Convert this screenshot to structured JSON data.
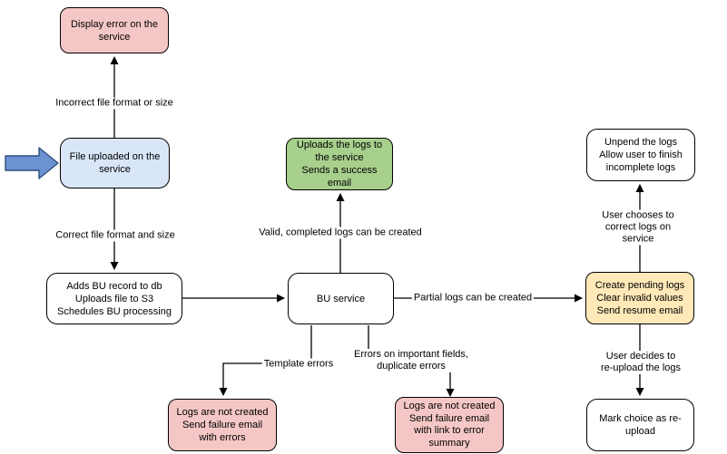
{
  "diagram": {
    "colors": {
      "pink": "#f4c7c6",
      "blue": "#d9e6f8",
      "green": "#a8d08d",
      "yellow": "#ffe9b8",
      "white": "#ffffff",
      "entry_arrow": "#6d92d1",
      "line": "#000000"
    },
    "nodes": {
      "display_error": {
        "label": "Display error on the\nservice",
        "fill": "#f4c7c6"
      },
      "file_uploaded": {
        "label": "File uploaded on the\nservice",
        "fill": "#d9e6f8"
      },
      "adds_bu_record": {
        "label": "Adds BU record to db\nUploads file to S3\nSchedules BU processing",
        "fill": "#ffffff"
      },
      "bu_service": {
        "label": "BU service",
        "fill": "#ffffff"
      },
      "uploads_logs": {
        "label": "Uploads the logs to\nthe service\nSends a success\nemail",
        "fill": "#a8d08d"
      },
      "unpend_logs": {
        "label": "Unpend the logs\nAllow user to finish\nincomplete logs",
        "fill": "#ffffff"
      },
      "create_pending": {
        "label": "Create pending logs\nClear invalid values\nSend resume email",
        "fill": "#ffe9b8"
      },
      "mark_choice": {
        "label": "Mark choice as re-\nupload",
        "fill": "#ffffff"
      },
      "logs_failure_errors": {
        "label": "Logs are not created\nSend failure email\nwith errors",
        "fill": "#f4c7c6"
      },
      "logs_failure_link": {
        "label": "Logs are not created\nSend failure email\nwith link to error\nsummary",
        "fill": "#f4c7c6"
      }
    },
    "edge_labels": {
      "incorrect_format": "Incorrect file format or size",
      "correct_format": "Correct file format and size",
      "valid_completed": "Valid, completed logs can be created",
      "partial_logs": "Partial logs can be created",
      "template_errors": "Template errors",
      "important_fields": "Errors on important fields,\nduplicate errors",
      "user_chooses": "User chooses to correct logs on service",
      "user_decides": "User decides to re-upload the logs"
    }
  }
}
